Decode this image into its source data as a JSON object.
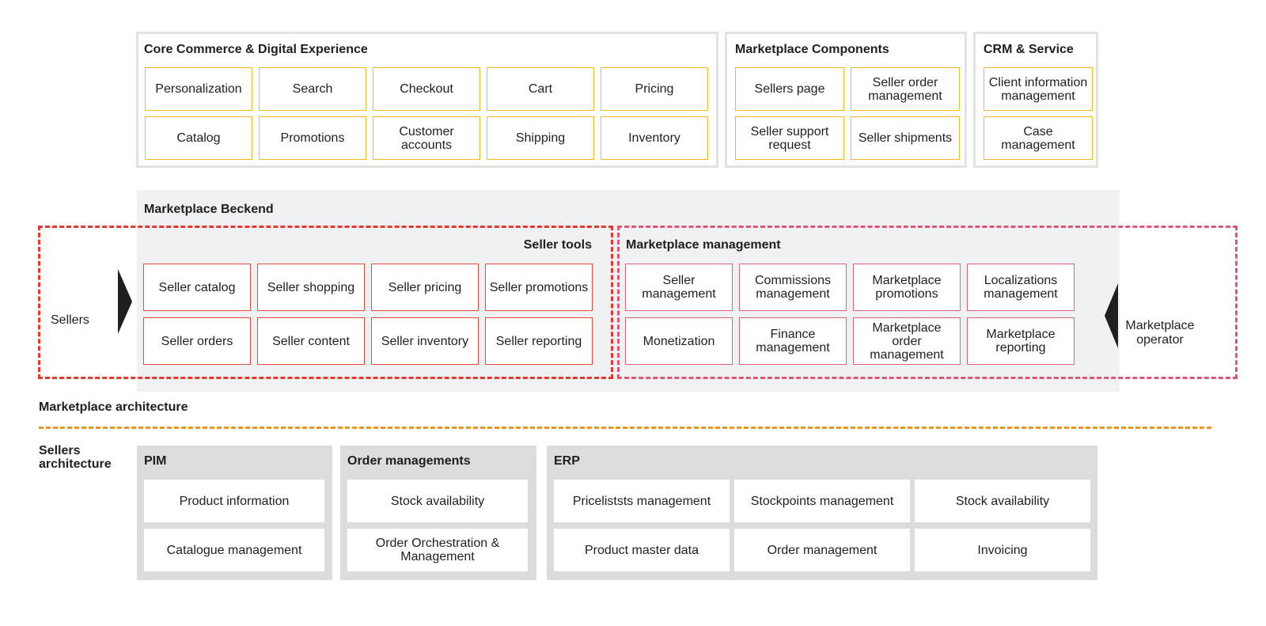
{
  "core": {
    "title": "Core Commerce & Digital Experience",
    "items": [
      "Personalization",
      "Search",
      "Checkout",
      "Cart",
      "Pricing",
      "Catalog",
      "Promotions",
      "Customer accounts",
      "Shipping",
      "Inventory"
    ]
  },
  "components": {
    "title": "Marketplace Components",
    "items": [
      "Sellers page",
      "Seller order management",
      "Seller support request",
      "Seller shipments"
    ]
  },
  "crm": {
    "title": "CRM & Service",
    "items": [
      "Client information management",
      "Case management"
    ]
  },
  "backend": {
    "title": "Marketplace Beckend",
    "sellers_label": "Sellers",
    "operator_label": "Marketplace operator",
    "seller_tools": {
      "title": "Seller tools",
      "items": [
        "Seller catalog",
        "Seller shopping",
        "Seller pricing",
        "Seller promotions",
        "Seller orders",
        "Seller content",
        "Seller inventory",
        "Seller reporting"
      ]
    },
    "management": {
      "title": "Marketplace management",
      "items": [
        "Seller management",
        "Commissions management",
        "Marketplace promotions",
        "Localizations management",
        "Monetization",
        "Finance management",
        "Marketplace order management",
        "Marketplace reporting"
      ]
    }
  },
  "marketplace_architecture_label": "Marketplace architecture",
  "sellers_architecture": {
    "label": "Sellers architecture",
    "pim": {
      "title": "PIM",
      "items": [
        "Product information",
        "Catalogue management"
      ]
    },
    "orders": {
      "title": "Order managements",
      "items": [
        "Stock availability",
        "Order Orchestration & Management"
      ]
    },
    "erp": {
      "title": "ERP",
      "items": [
        "Priceliststs management",
        "Stockpoints management",
        "Stock availability",
        "Product master data",
        "Order management",
        "Invoicing"
      ]
    }
  },
  "colors": {
    "core_border": "#f5b722",
    "seller_tools_border": "#e8473b",
    "management_border": "#e0607a",
    "divider": "#f0951e",
    "backend_bg": "#f0f1f3",
    "sellers_arch_bg": "#dcdcdc"
  }
}
